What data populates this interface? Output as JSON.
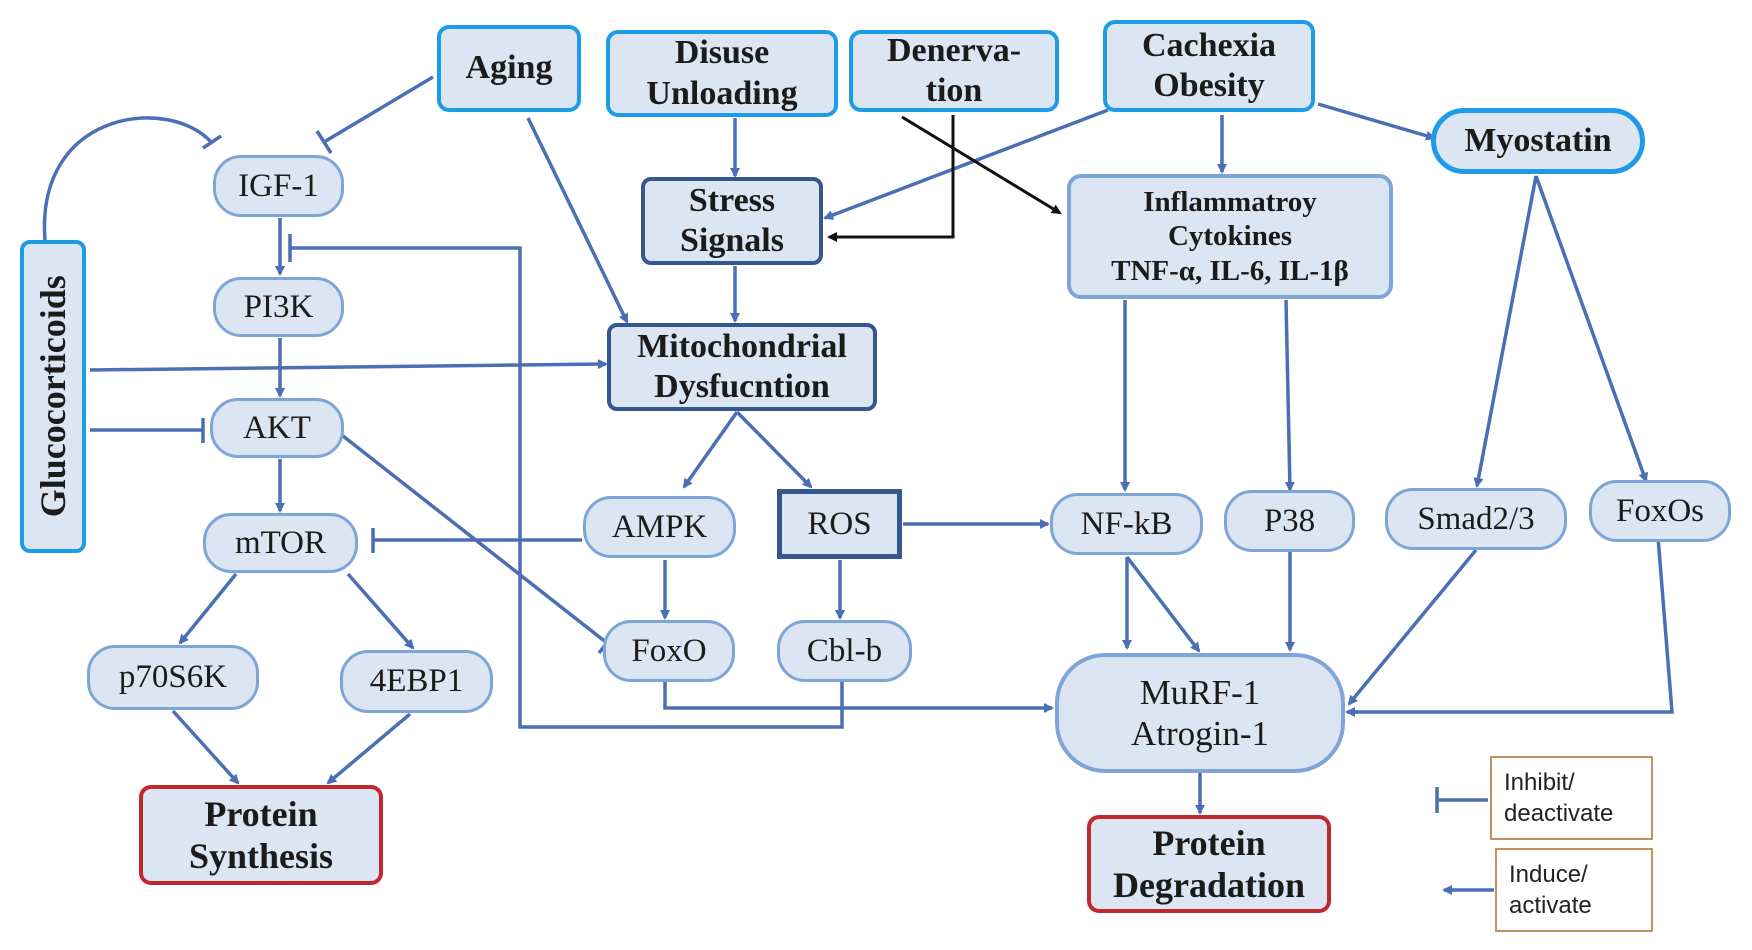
{
  "nodes": {
    "aging_top": "Aging",
    "disuse": "Disuse\nUnloading",
    "denervation": "Denerva-\ntion",
    "cachexia": "Cachexia\nObesity",
    "myostatin": "Myostatin",
    "igf1": "IGF-1",
    "pi3k": "PI3K",
    "akt": "AKT",
    "mtor": "mTOR",
    "p70s6k": "p70S6K",
    "ebp1": "4EBP1",
    "glucocorticoids": "Glucocorticoids",
    "stress": "Stress\nSignals",
    "mito": "Mitochondrial\nDysfucntion",
    "cytokines": "Inflammatroy\nCytokines\nTNF-α, IL-6, IL-1β",
    "ampk": "AMPK",
    "ros": "ROS",
    "foxo": "FoxO",
    "cblb": "Cbl-b",
    "nfkb": "NF-kB",
    "p38": "P38",
    "smad": "Smad2/3",
    "foxos": "FoxOs",
    "murf": "MuRF-1\nAtrogin-1",
    "synthesis": "Protein\nSynthesis",
    "degradation": "Protein\nDegradation"
  },
  "legend": {
    "inhibit": "Inhibit/\ndeactivate",
    "induce": "Induce/\nactivate"
  },
  "colors": {
    "arrow": "#4a6fb5",
    "black_arrow": "#111111",
    "node_fill": "#dce6f3",
    "bright_border": "#1e9be8",
    "dark_border": "#35568f",
    "red_border": "#c0282d"
  }
}
